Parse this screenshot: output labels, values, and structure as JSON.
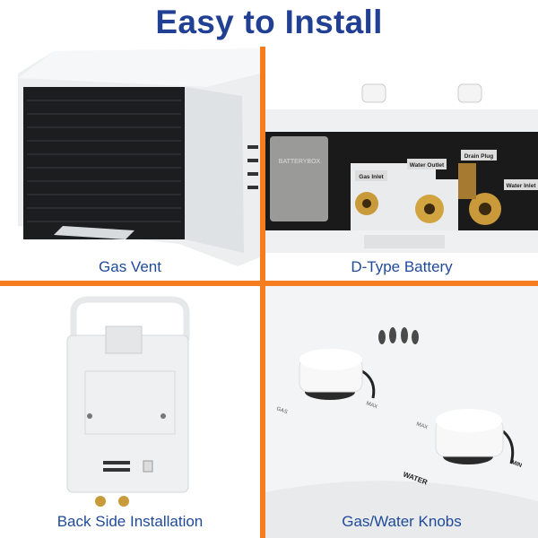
{
  "title": "Easy to Install",
  "accent_color": "#f57c1f",
  "title_color": "#213f93",
  "panels": [
    {
      "caption": "Gas Vent"
    },
    {
      "caption": "D-Type Battery",
      "labels": {
        "battery_box": "BATTERYBOX",
        "gas_inlet": "Gas Inlet",
        "water_outlet": "Water Outlet",
        "drain_plug": "Drain Plug",
        "water_inlet": "Water Inlet"
      }
    },
    {
      "caption": "Back Side Installation"
    },
    {
      "caption": "Gas/Water Knobs",
      "labels": {
        "gas": "GAS",
        "max1": "MAX",
        "max2": "MAX",
        "water": "WATER",
        "min": "MIN"
      }
    }
  ]
}
